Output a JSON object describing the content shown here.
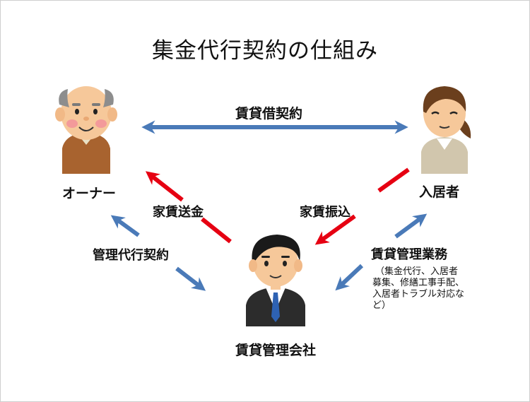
{
  "title": "集金代行契約の仕組み",
  "actors": {
    "owner": "オーナー",
    "tenant": "入居者",
    "company": "賃貸管理会社"
  },
  "relations": {
    "lease_contract": "賃貸借契約",
    "rent_remittance": "家賃送金",
    "rent_transfer": "家賃振込",
    "management_contract": "管理代行契約",
    "management_work": "賃貸管理業務"
  },
  "notes": {
    "management_work_detail_1": "（集金代行、入居者",
    "management_work_detail_2": "募集、修繕工事手配、",
    "management_work_detail_3": "入居者トラブル対応な",
    "management_work_detail_4": "ど）"
  },
  "colors": {
    "blue_arrow": "#4a7ab8",
    "red_arrow": "#e60012"
  }
}
